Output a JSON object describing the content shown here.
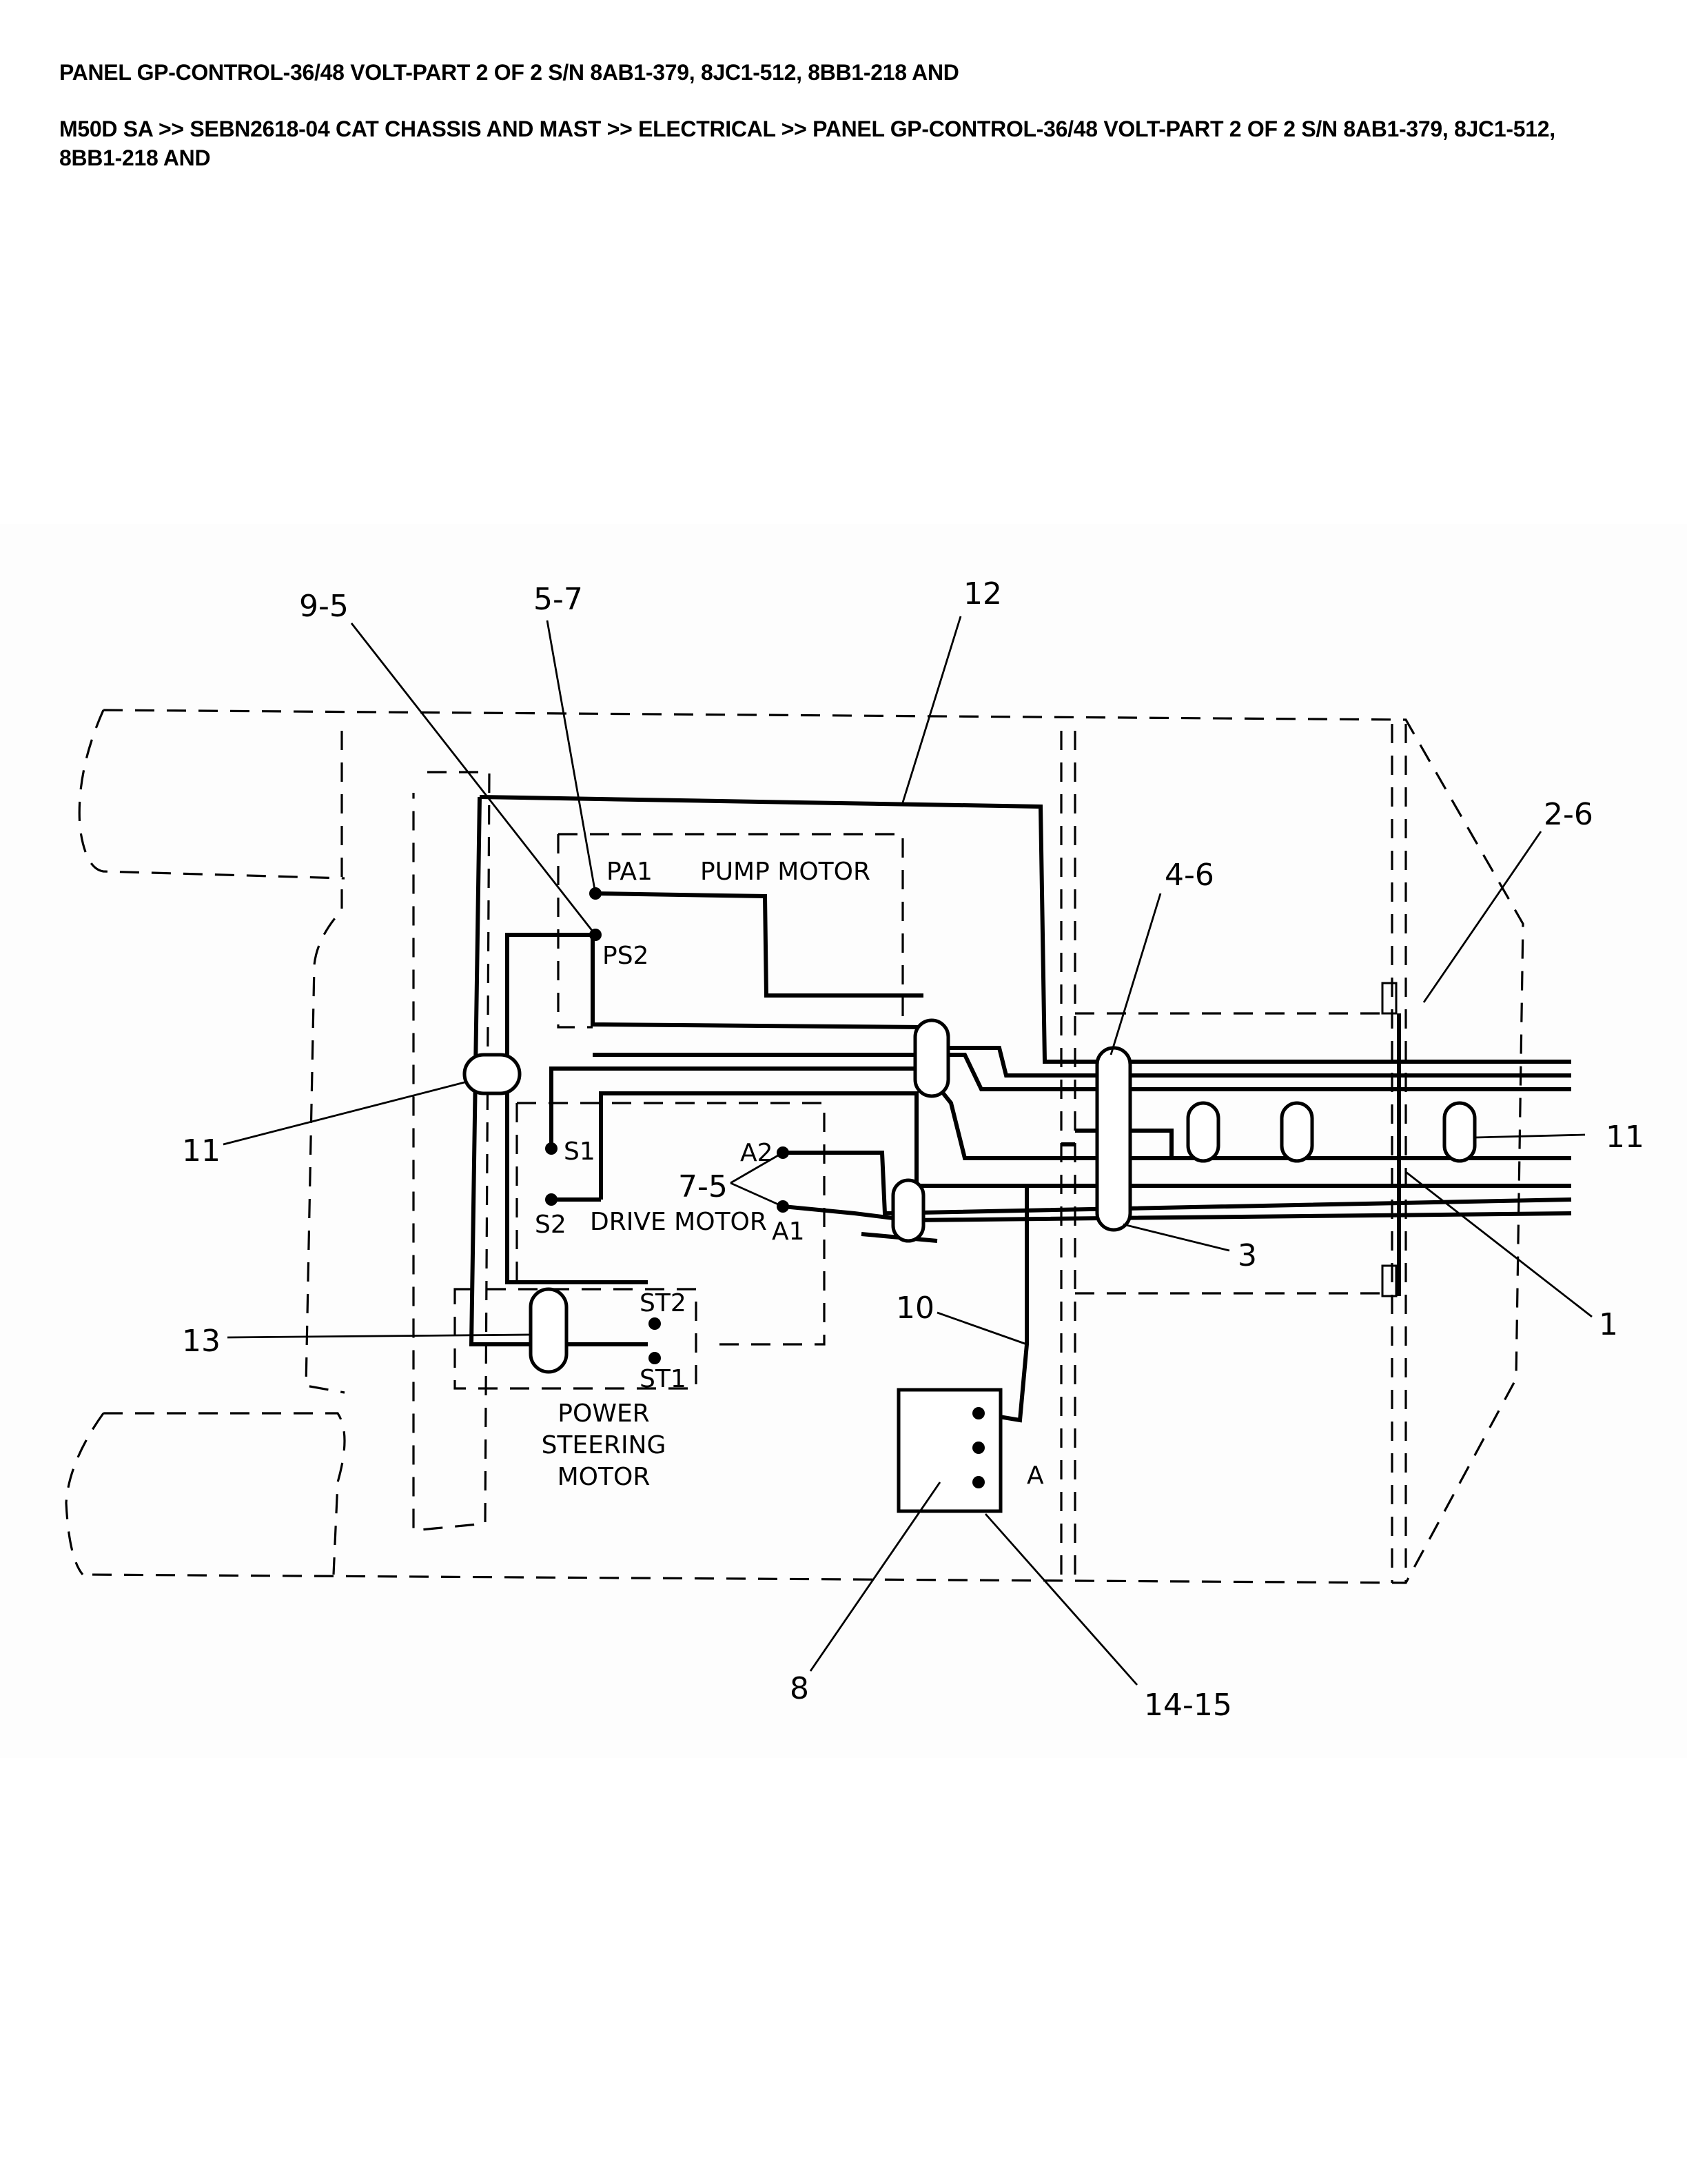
{
  "header": {
    "title": "PANEL GP-CONTROL-36/48 VOLT-PART 2 OF 2 S/N 8AB1-379, 8JC1-512, 8BB1-218 AND",
    "breadcrumb": "M50D SA >> SEBN2618-04 CAT CHASSIS AND MAST >> ELECTRICAL >> PANEL GP-CONTROL-36/48 VOLT-PART 2 OF 2 S/N 8AB1-379, 8JC1-512, 8BB1-218 AND"
  },
  "diagram": {
    "callouts": {
      "c9_5": "9-5",
      "c5_7": "5-7",
      "c12": "12",
      "c2_6": "2-6",
      "c4_6": "4-6",
      "c11_left": "11",
      "c11_right": "11",
      "c7_5": "7-5",
      "c3": "3",
      "c13": "13",
      "c10": "10",
      "c1": "1",
      "c8": "8",
      "c14_15": "14-15"
    },
    "terminals": {
      "pa1": "PA1",
      "ps2": "PS2",
      "s1": "S1",
      "s2": "S2",
      "a1": "A1",
      "a2": "A2",
      "st1": "ST1",
      "st2": "ST2",
      "a": "A"
    },
    "components": {
      "pump_motor": "PUMP MOTOR",
      "drive_motor": "DRIVE MOTOR",
      "power_steering_1": "POWER",
      "power_steering_2": "STEERING",
      "power_steering_3": "MOTOR"
    }
  }
}
